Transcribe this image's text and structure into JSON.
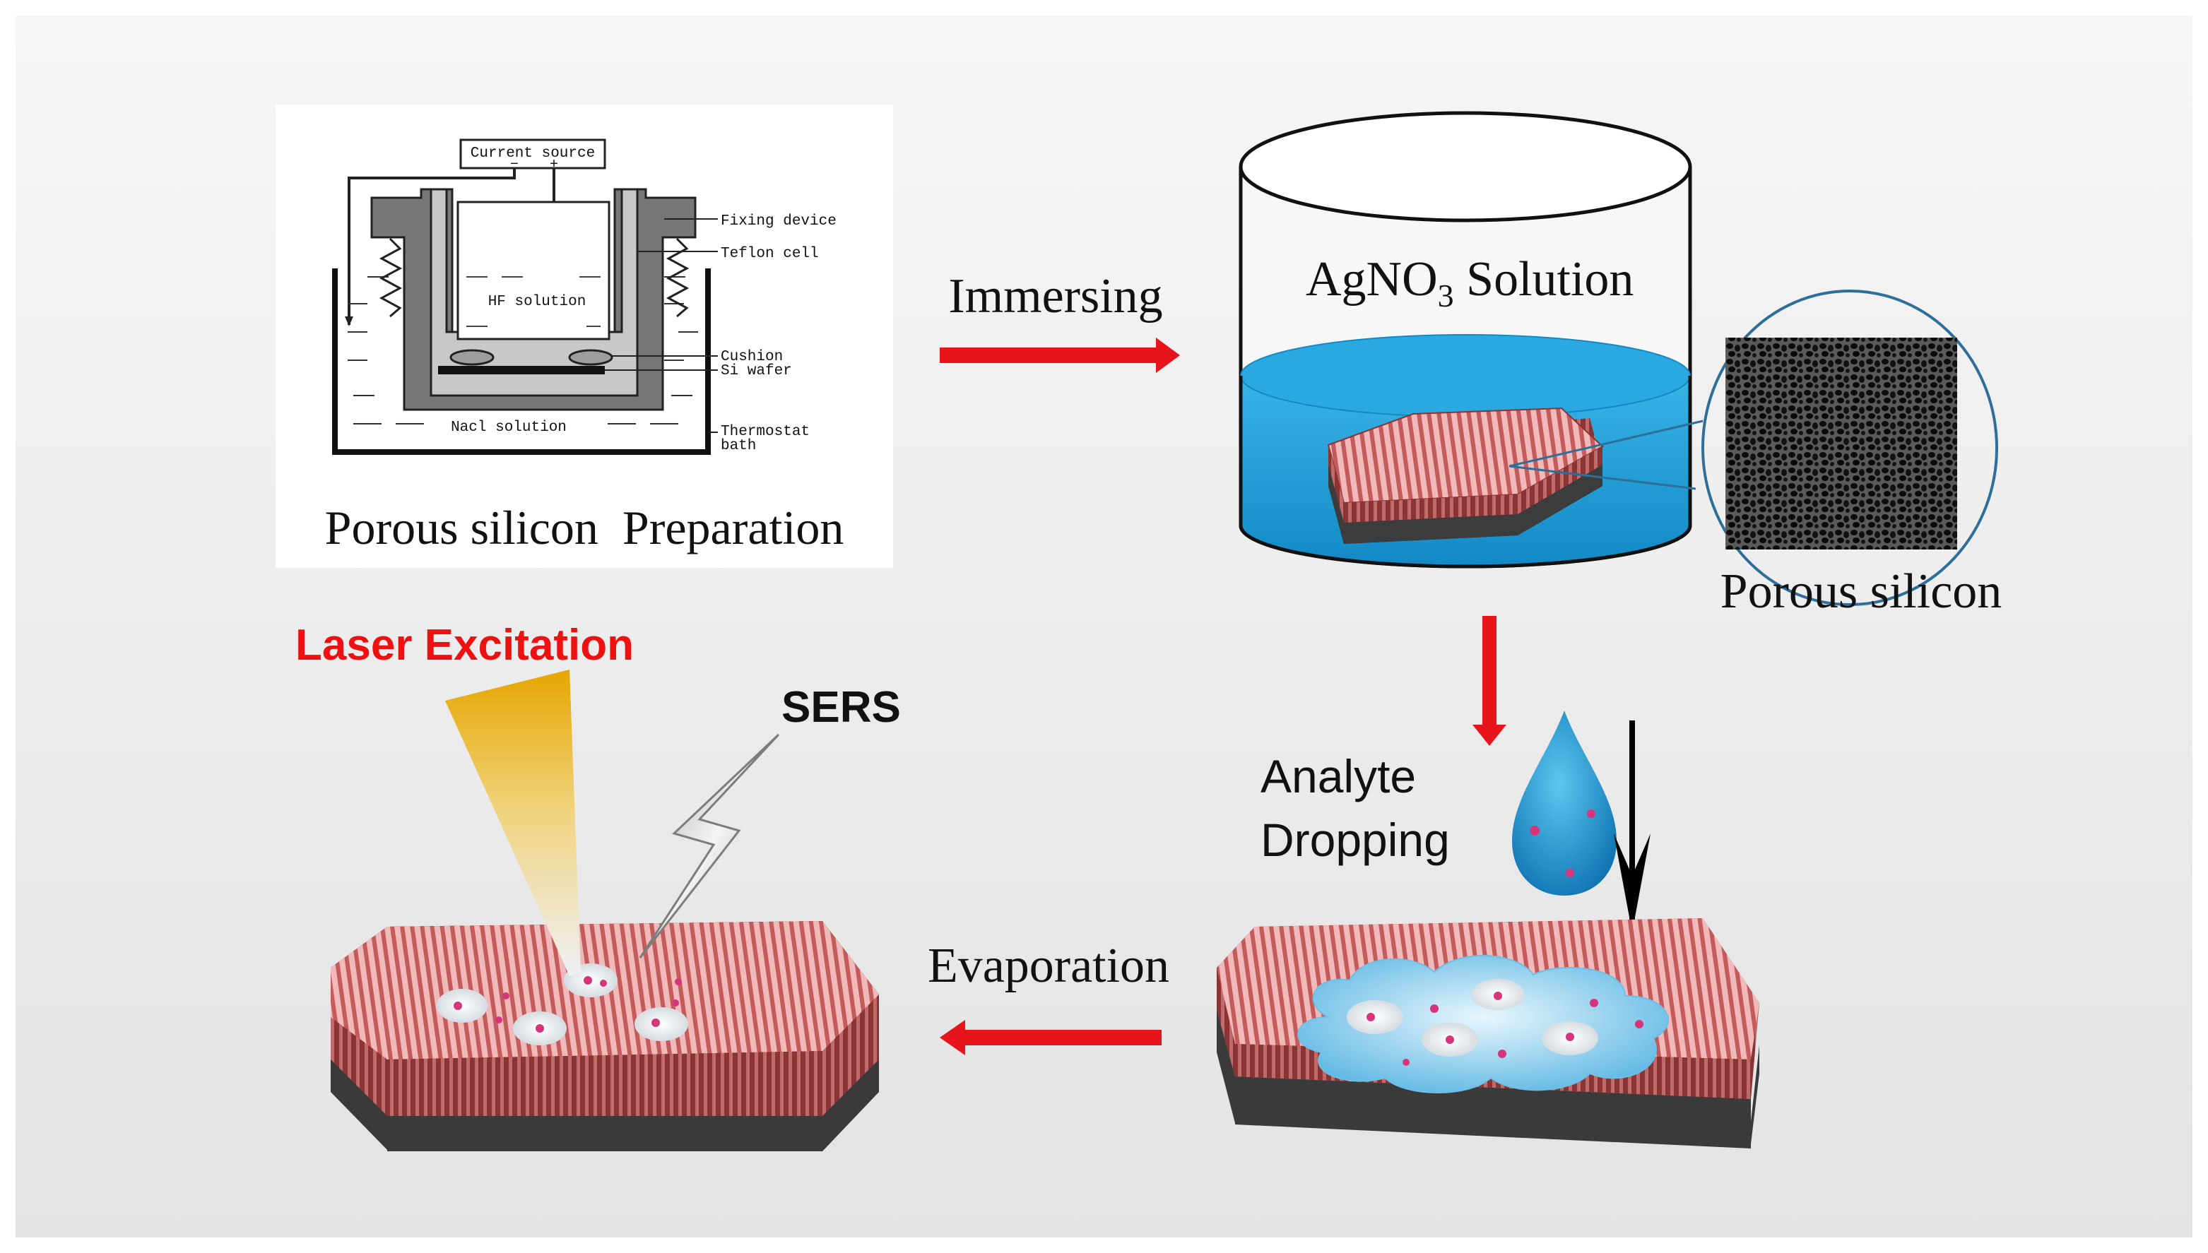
{
  "step1": {
    "caption": "Porous silicon  Preparation",
    "apparatus": {
      "current_source": "Current source",
      "minus": "−",
      "plus": "+",
      "fixing_device": "Fixing device",
      "teflon_cell": "Teflon cell",
      "hf_solution": "HF solution",
      "cushion": "Cushion",
      "si_wafer": "Si wafer",
      "nacl_solution": "Nacl solution",
      "thermostat_line1": "Thermostat",
      "thermostat_line2": "bath"
    }
  },
  "arrows": {
    "immersing": "Immersing",
    "analyte_line1": "Analyte",
    "analyte_line2": "Dropping",
    "evaporation": "Evaporation"
  },
  "beaker": {
    "solution_main": "AgNO",
    "solution_sub": "3",
    "solution_tail": " Solution",
    "zoom_label": "Porous silicon"
  },
  "final": {
    "laser": "Laser Excitation",
    "sers": "SERS"
  },
  "colors": {
    "arrow_red": "#e8141b",
    "laser_text": "#ee1111",
    "water": "#1a9fd8",
    "zoom_ring": "#2e6f9a",
    "stripe_light": "#f1b9b9",
    "stripe_dark": "#b64b4b"
  }
}
